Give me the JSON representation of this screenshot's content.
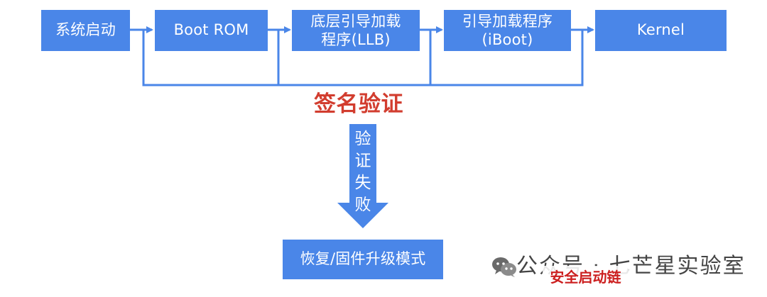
{
  "diagram": {
    "nodes": [
      {
        "id": "system-start",
        "lines": [
          "系统启动"
        ]
      },
      {
        "id": "boot-rom",
        "lines": [
          "Boot ROM"
        ]
      },
      {
        "id": "llb",
        "lines": [
          "底层引导加载",
          "程序(LLB)"
        ]
      },
      {
        "id": "iboot",
        "lines": [
          "引导加载程序",
          "(iBoot)"
        ]
      },
      {
        "id": "kernel",
        "lines": [
          "Kernel"
        ]
      },
      {
        "id": "recovery-mode",
        "lines": [
          "恢复/固件升级模式"
        ]
      }
    ],
    "signature_label": "签名验证",
    "verify_failure_chars": [
      "验",
      "证",
      "失",
      "败"
    ],
    "colors": {
      "node_fill": "#4a86e8",
      "node_text": "#ffffff",
      "connector": "#4a86e8",
      "signature_label": "#d23d2f",
      "watermark_text": "#444444",
      "watermark_badge_text": "#cc1f1f"
    }
  },
  "watermark": {
    "account_text": "公众号 · 七芒星实验室",
    "badge_text": "安全启动链",
    "icon_name": "wechat-icon"
  }
}
